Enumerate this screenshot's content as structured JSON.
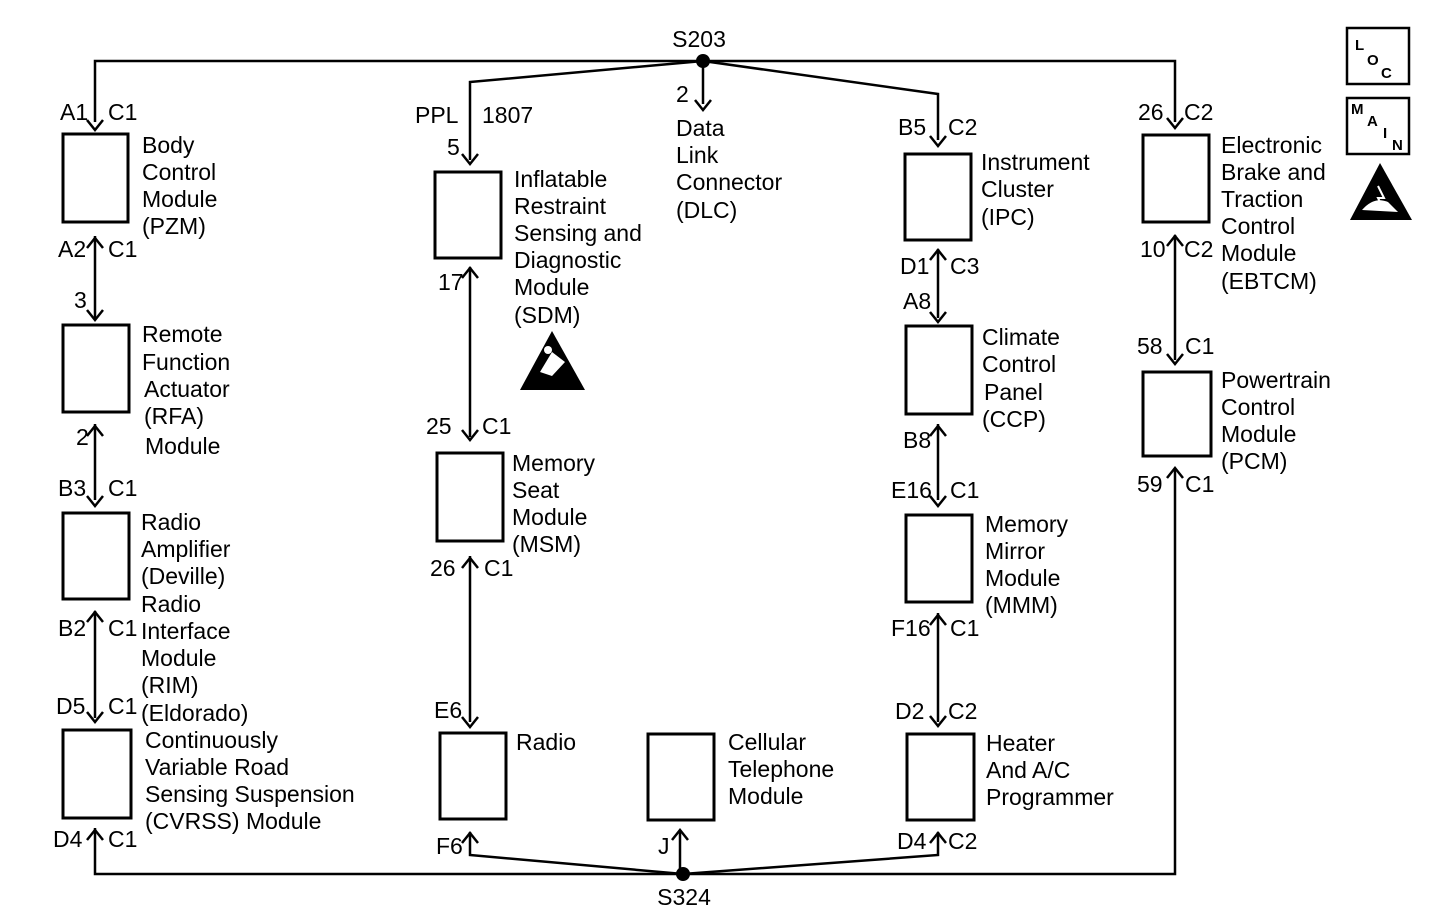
{
  "splices": {
    "top": "S203",
    "bottom": "S324"
  },
  "wire": {
    "color": "PPL",
    "circuit": "1807"
  },
  "modules": {
    "bcm": {
      "lines": [
        "Body",
        "Control",
        "Module",
        "(PZM)"
      ],
      "pin_top": "A1",
      "conn_top": "C1",
      "pin_bottom": "A2",
      "conn_bottom": "C1"
    },
    "rfa": {
      "lines": [
        "Remote",
        "Function",
        "Actuator",
        "(RFA)",
        "Module"
      ],
      "pin_top": "3",
      "pin_bottom": "2"
    },
    "radio_amp": {
      "lines": [
        "Radio",
        "Amplifier",
        "(Deville)"
      ],
      "pin_top": "B3",
      "conn_top": "C1",
      "pin_bottom": "B2",
      "conn_bottom": "C1"
    },
    "rim": {
      "lines": [
        "Radio",
        "Interface",
        "Module",
        "(RIM)",
        "(Eldorado)"
      ]
    },
    "cvrss": {
      "lines": [
        "Continuously",
        "Variable Road",
        "Sensing Suspension",
        "(CVRSS) Module"
      ],
      "pin_top": "D5",
      "conn_top": "C1",
      "pin_bottom": "D4",
      "conn_bottom": "C1"
    },
    "sdm": {
      "lines": [
        "Inflatable",
        "Restraint",
        "Sensing and",
        "Diagnostic",
        "Module",
        "(SDM)"
      ],
      "pin_top": "5",
      "pin_bottom": "17"
    },
    "msm": {
      "lines": [
        "Memory",
        "Seat",
        "Module",
        "(MSM)"
      ],
      "pin_top": "25",
      "conn_top": "C1",
      "pin_bottom": "26",
      "conn_bottom": "C1"
    },
    "radio": {
      "lines": [
        "Radio"
      ],
      "pin_top": "E6",
      "pin_bottom": "F6"
    },
    "dlc": {
      "lines": [
        "Data",
        "Link",
        "Connector",
        "(DLC)"
      ],
      "pin_top": "2"
    },
    "cellular": {
      "lines": [
        "Cellular",
        "Telephone",
        "Module"
      ],
      "pin_bottom": "J"
    },
    "ipc": {
      "lines": [
        "Instrument",
        "Cluster",
        "(IPC)"
      ],
      "pin_top": "B5",
      "conn_top": "C2",
      "pin_bottom": "D1",
      "conn_bottom": "C3"
    },
    "ccp": {
      "lines": [
        "Climate",
        "Control",
        "Panel",
        "(CCP)"
      ],
      "pin_top": "A8",
      "pin_bottom": "B8"
    },
    "mmm": {
      "lines": [
        "Memory",
        "Mirror",
        "Module",
        "(MMM)"
      ],
      "pin_top": "E16",
      "conn_top": "C1",
      "pin_bottom": "F16",
      "conn_bottom": "C1"
    },
    "hvac": {
      "lines": [
        "Heater",
        "And A/C",
        "Programmer"
      ],
      "pin_top": "D2",
      "conn_top": "C2",
      "pin_bottom": "D4",
      "conn_bottom": "C2"
    },
    "ebtcm": {
      "lines": [
        "Electronic",
        "Brake and",
        "Traction",
        "Control",
        "Module",
        "(EBTCM)"
      ],
      "pin_top": "26",
      "conn_top": "C2",
      "pin_bottom": "10",
      "conn_bottom": "C2"
    },
    "pcm": {
      "lines": [
        "Powertrain",
        "Control",
        "Module",
        "(PCM)"
      ],
      "pin_top": "58",
      "conn_top": "C1",
      "pin_bottom": "59",
      "conn_bottom": "C1"
    }
  },
  "icons": {
    "loc": {
      "name": "loc-icon",
      "letters": [
        "L",
        "O",
        "C"
      ]
    },
    "main": {
      "name": "main-icon",
      "letters": [
        "M",
        "A",
        "I",
        "N"
      ]
    },
    "esd": {
      "name": "esd-warning-icon"
    },
    "airbag": {
      "name": "airbag-warning-icon"
    }
  }
}
